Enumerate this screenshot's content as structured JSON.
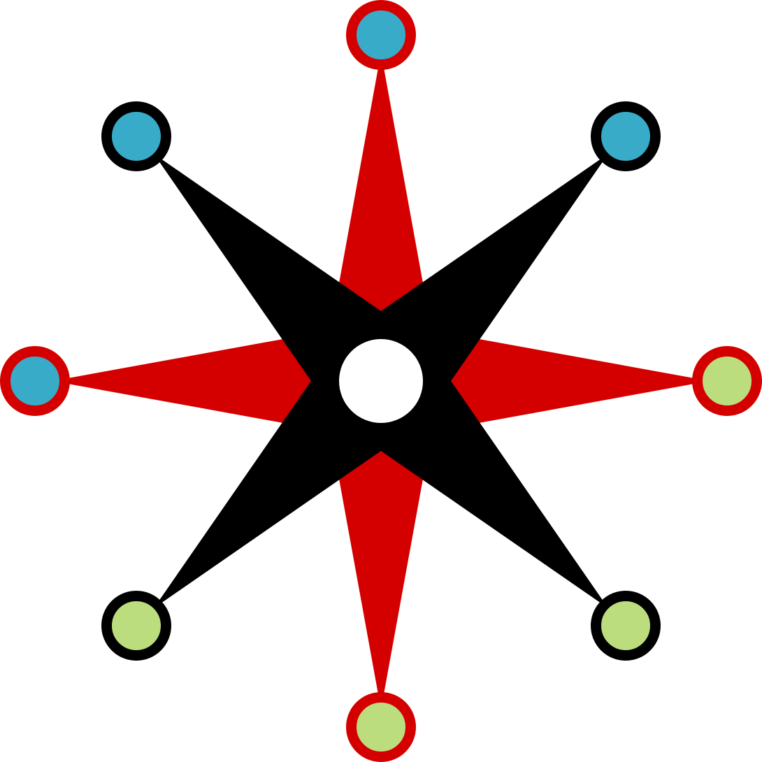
{
  "colors": {
    "background": "#ffffff",
    "cardinal_star": "#d40000",
    "diagonal_star": "#000000",
    "center_hole": "#ffffff",
    "node_blue": "#37abc8",
    "node_green": "#bbdd7e",
    "ring_red": "#d40000",
    "ring_black": "#000000"
  },
  "nodes": [
    {
      "id": "north",
      "fill": "node_blue",
      "ring": "ring_red"
    },
    {
      "id": "north-east",
      "fill": "node_blue",
      "ring": "ring_black"
    },
    {
      "id": "east",
      "fill": "node_green",
      "ring": "ring_red"
    },
    {
      "id": "south-east",
      "fill": "node_green",
      "ring": "ring_black"
    },
    {
      "id": "south",
      "fill": "node_green",
      "ring": "ring_red"
    },
    {
      "id": "south-west",
      "fill": "node_green",
      "ring": "ring_black"
    },
    {
      "id": "west",
      "fill": "node_blue",
      "ring": "ring_red"
    },
    {
      "id": "north-west",
      "fill": "node_blue",
      "ring": "ring_black"
    }
  ]
}
